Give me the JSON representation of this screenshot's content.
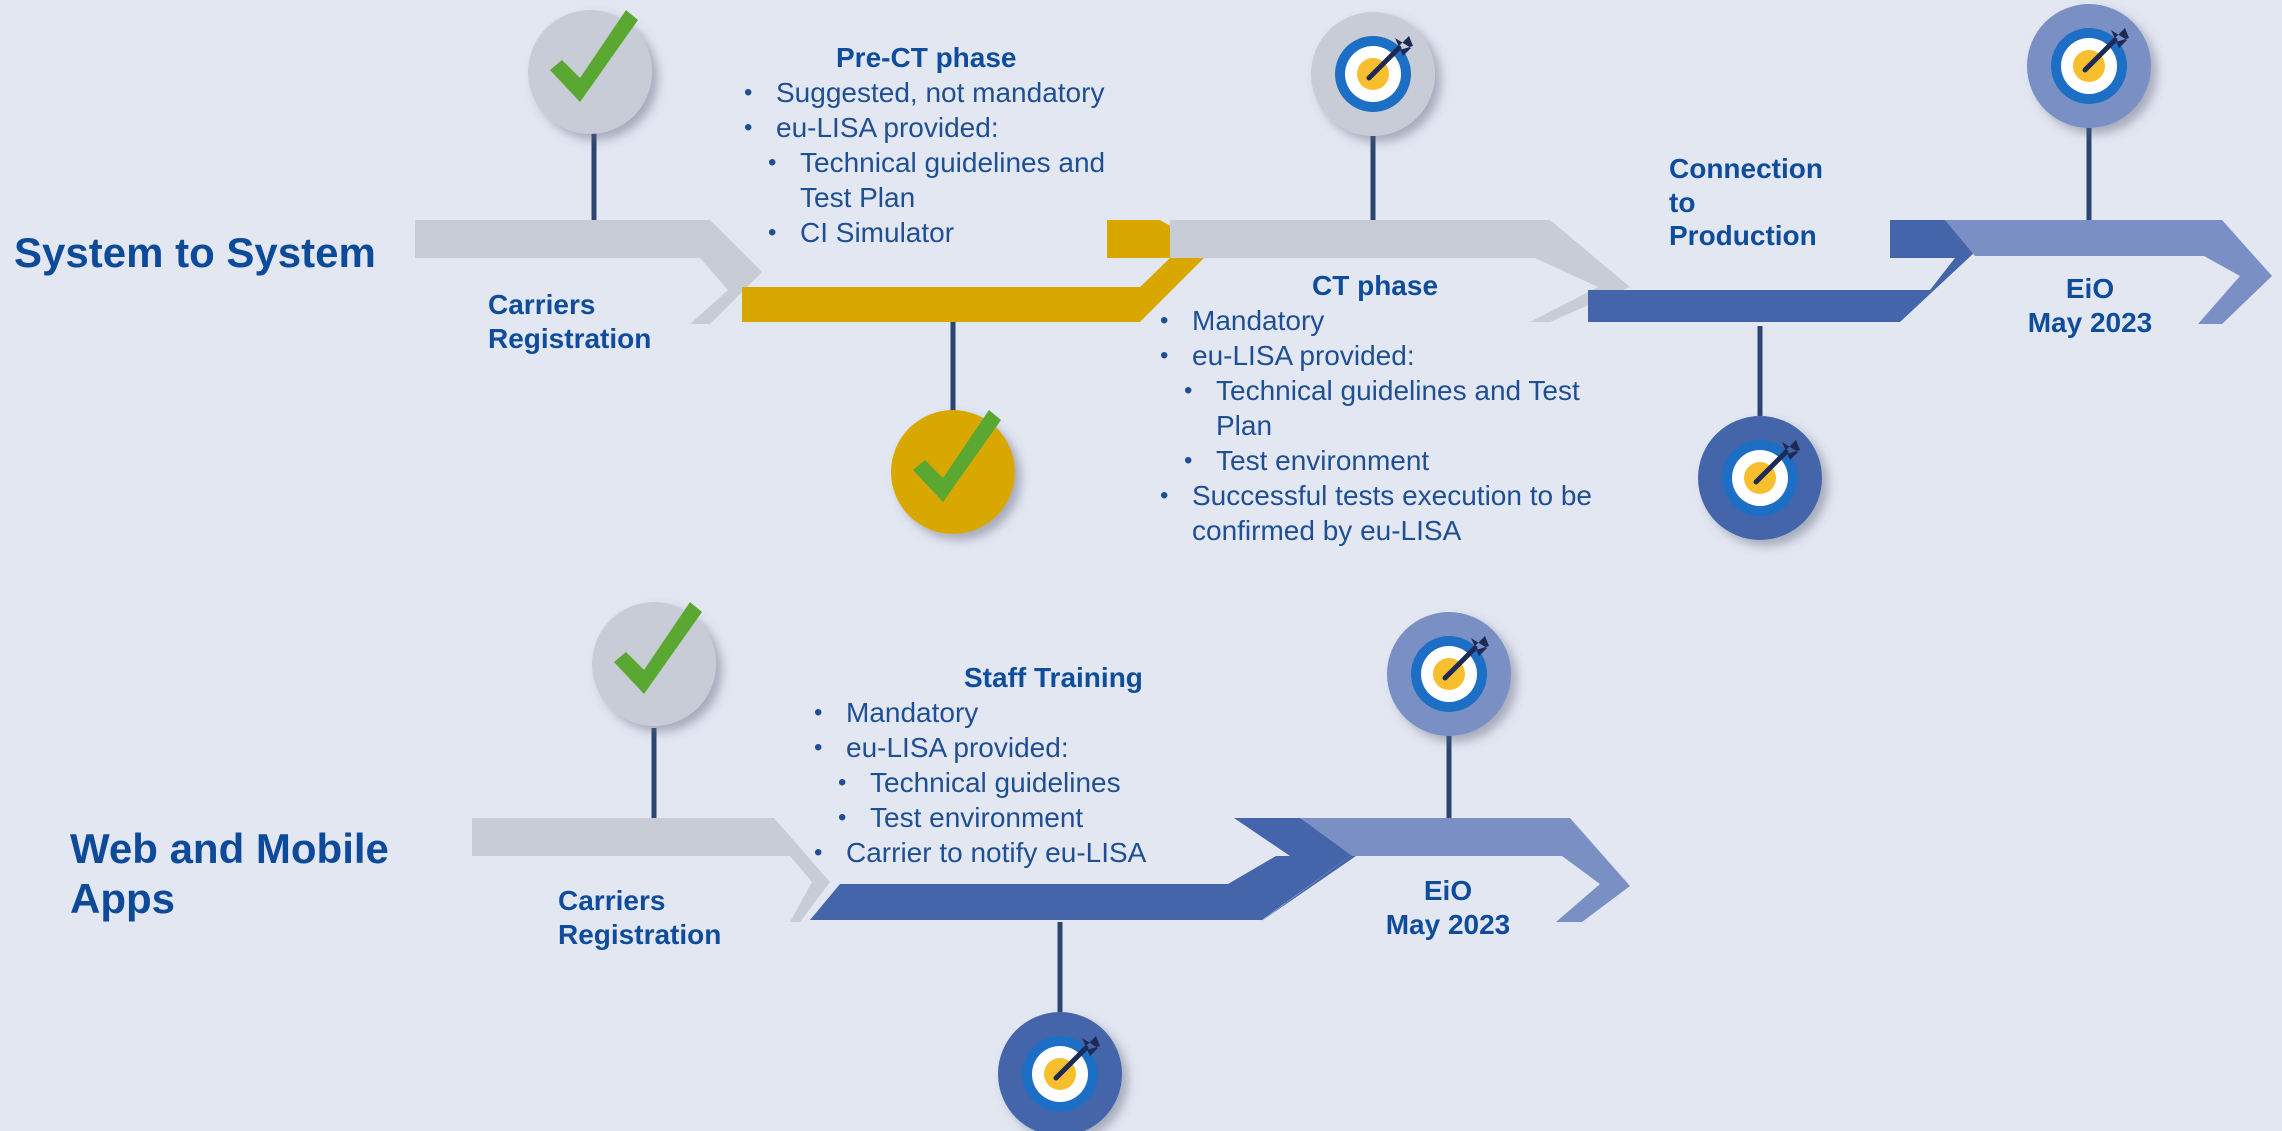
{
  "colors": {
    "background": "#e3e7f2",
    "grey_arrow": "#c7ccd6",
    "gold_arrow": "#d9a800",
    "dark_blue_arrow": "#4565ab",
    "light_blue_arrow": "#7a90c4",
    "text": "#0f4c9b",
    "check": "#5aa832"
  },
  "lanes": [
    {
      "title": "System to System",
      "steps": [
        {
          "label_line1": "Carriers",
          "label_line2": "Registration",
          "milestone": "completed",
          "arrow": "grey"
        },
        {
          "label": "Pre-CT phase",
          "milestone": "completed",
          "arrow": "gold",
          "bullets": [
            {
              "text": "Suggested, not mandatory",
              "level": 1
            },
            {
              "text": "eu-LISA provided:",
              "level": 1
            },
            {
              "text": "Technical guidelines and Test Plan",
              "level": 2
            },
            {
              "text": "CI Simulator",
              "level": 2
            }
          ]
        },
        {
          "label": "CT phase",
          "milestone": "target",
          "arrow": "grey",
          "bullets": [
            {
              "text": "Mandatory",
              "level": 1
            },
            {
              "text": "eu-LISA provided:",
              "level": 1
            },
            {
              "text": "Technical guidelines and Test Plan",
              "level": 2
            },
            {
              "text": "Test environment",
              "level": 2
            },
            {
              "text": "Successful tests execution to be confirmed by eu-LISA",
              "level": 1
            }
          ]
        },
        {
          "label_line1": "Connection",
          "label_line2": "to",
          "label_line3": "Production",
          "milestone": "target",
          "arrow": "dark_blue"
        },
        {
          "label_line1": "EiO",
          "label_line2": "May 2023",
          "milestone": "target",
          "arrow": "light_blue"
        }
      ]
    },
    {
      "title_line1": "Web and Mobile",
      "title_line2": "Apps",
      "steps": [
        {
          "label_line1": "Carriers",
          "label_line2": "Registration",
          "milestone": "completed",
          "arrow": "grey"
        },
        {
          "label": "Staff Training",
          "milestone": "target",
          "arrow": "dark_blue",
          "bullets": [
            {
              "text": "Mandatory",
              "level": 1
            },
            {
              "text": "eu-LISA provided:",
              "level": 1
            },
            {
              "text": "Technical guidelines",
              "level": 2
            },
            {
              "text": "Test environment",
              "level": 2
            },
            {
              "text": "Carrier to notify eu-LISA",
              "level": 1
            }
          ]
        },
        {
          "label_line1": "EiO",
          "label_line2": "May 2023",
          "milestone": "target",
          "arrow": "light_blue"
        }
      ]
    }
  ]
}
